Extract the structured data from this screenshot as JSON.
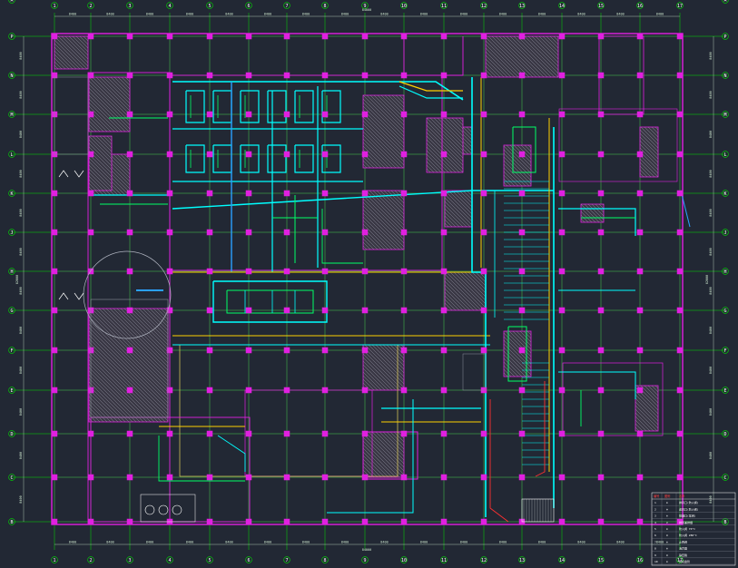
{
  "drawing": {
    "background": "#222834",
    "colors": {
      "grid": "#00e000",
      "column": "#e020e0",
      "wall": "#e020e0",
      "equipment": "#ffffff",
      "hatch": "#b0b0c0",
      "duct_cyan": "#00ffff",
      "duct_green": "#00ff66",
      "duct_yellow": "#ffd000",
      "duct_red": "#ff3030",
      "duct_blue": "#2aa0ff",
      "gray": "#8a8f9a"
    }
  },
  "axes": {
    "top": [
      "1",
      "2",
      "3",
      "4",
      "5",
      "6",
      "7",
      "8",
      "9",
      "10",
      "11",
      "12",
      "13",
      "14",
      "15",
      "16",
      "17"
    ],
    "bottom": [
      "1",
      "2",
      "3",
      "4",
      "5",
      "6",
      "7",
      "8",
      "9",
      "10",
      "11",
      "12",
      "13",
      "14",
      "15",
      "16",
      "17"
    ],
    "left": [
      "P",
      "N",
      "M",
      "L",
      "K",
      "J",
      "H",
      "G",
      "F",
      "E",
      "D",
      "C",
      "B",
      "A"
    ],
    "right": [
      "P",
      "N",
      "M",
      "L",
      "K",
      "J",
      "H",
      "G",
      "F",
      "E",
      "D",
      "C",
      "B",
      "A"
    ]
  },
  "dims": {
    "top_total": "84000",
    "bottom_total": "84000",
    "left_total": "62000",
    "right_total": "62000",
    "bay": "8400"
  },
  "legend": {
    "header": [
      "编号",
      "图例",
      "名称"
    ],
    "rows": [
      {
        "sym": "⊕",
        "name": "排风口(防火阀)"
      },
      {
        "sym": "⊗",
        "name": "送风口(防火阀)"
      },
      {
        "sym": "⊕",
        "name": "排烟口(常闭)"
      },
      {
        "sym": "⊘",
        "name": "排风兼排烟"
      },
      {
        "sym": "⊕",
        "name": "防火阀 70°C"
      },
      {
        "sym": "⊗",
        "name": "防火阀 280°C"
      },
      {
        "sym": "⊕",
        "name": "止回阀"
      },
      {
        "sym": "⊕",
        "name": "消声器"
      },
      {
        "sym": "⊗",
        "name": "静压箱"
      },
      {
        "sym": "⊕",
        "name": "风机盘管"
      }
    ]
  }
}
